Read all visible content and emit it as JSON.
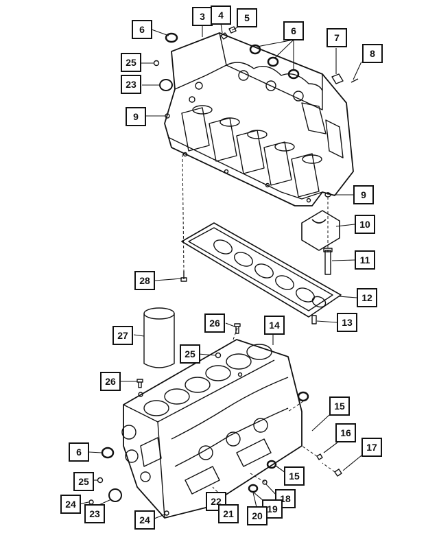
{
  "callouts": {
    "c3": "3",
    "c4": "4",
    "c5": "5",
    "c6a": "6",
    "c6b": "6",
    "c6c": "6",
    "c7": "7",
    "c8": "8",
    "c9a": "9",
    "c9b": "9",
    "c10": "10",
    "c11": "11",
    "c12": "12",
    "c13": "13",
    "c14": "14",
    "c15a": "15",
    "c15b": "15",
    "c16": "16",
    "c17": "17",
    "c18": "18",
    "c19": "19",
    "c20": "20",
    "c21": "21",
    "c22": "22",
    "c23a": "23",
    "c23b": "23",
    "c24a": "24",
    "c24b": "24",
    "c25a": "25",
    "c25b": "25",
    "c25c": "25",
    "c26a": "26",
    "c26b": "26",
    "c27": "27",
    "c28": "28"
  }
}
